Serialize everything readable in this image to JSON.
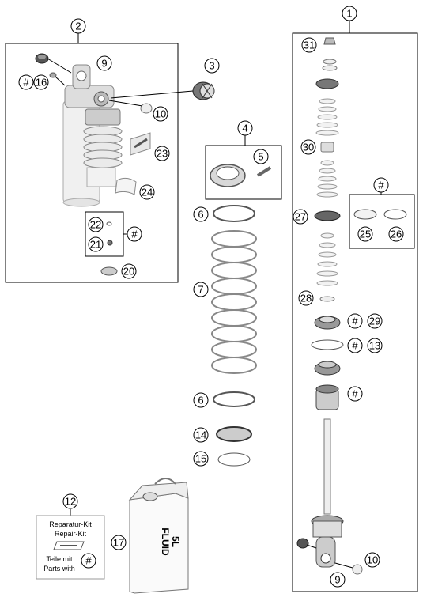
{
  "callouts": {
    "c1": "1",
    "c2": "2",
    "c3": "3",
    "c4": "4",
    "c5": "5",
    "c6a": "6",
    "c6b": "6",
    "c7": "7",
    "c9a": "9",
    "c9b": "9",
    "c10a": "10",
    "c10b": "10",
    "c12": "12",
    "c13": "13",
    "c14": "14",
    "c15": "15",
    "c16": "16",
    "c17": "17",
    "c20": "20",
    "c21": "21",
    "c22": "22",
    "c23": "23",
    "c24": "24",
    "c25": "25",
    "c26": "26",
    "c27": "27",
    "c28": "28",
    "c29": "29",
    "c30": "30",
    "c31": "31",
    "h1": "#",
    "h2": "#",
    "h3": "#",
    "h4": "#",
    "h5": "#",
    "h6": "#",
    "h7": "#"
  },
  "repair_kit": {
    "line1": "Reparatur-Kit",
    "line2": "Repair-Kit",
    "line3": "Teile mit",
    "line4": "Parts with"
  },
  "fluid_can": {
    "label1": "FLUID",
    "label2": "5L"
  }
}
